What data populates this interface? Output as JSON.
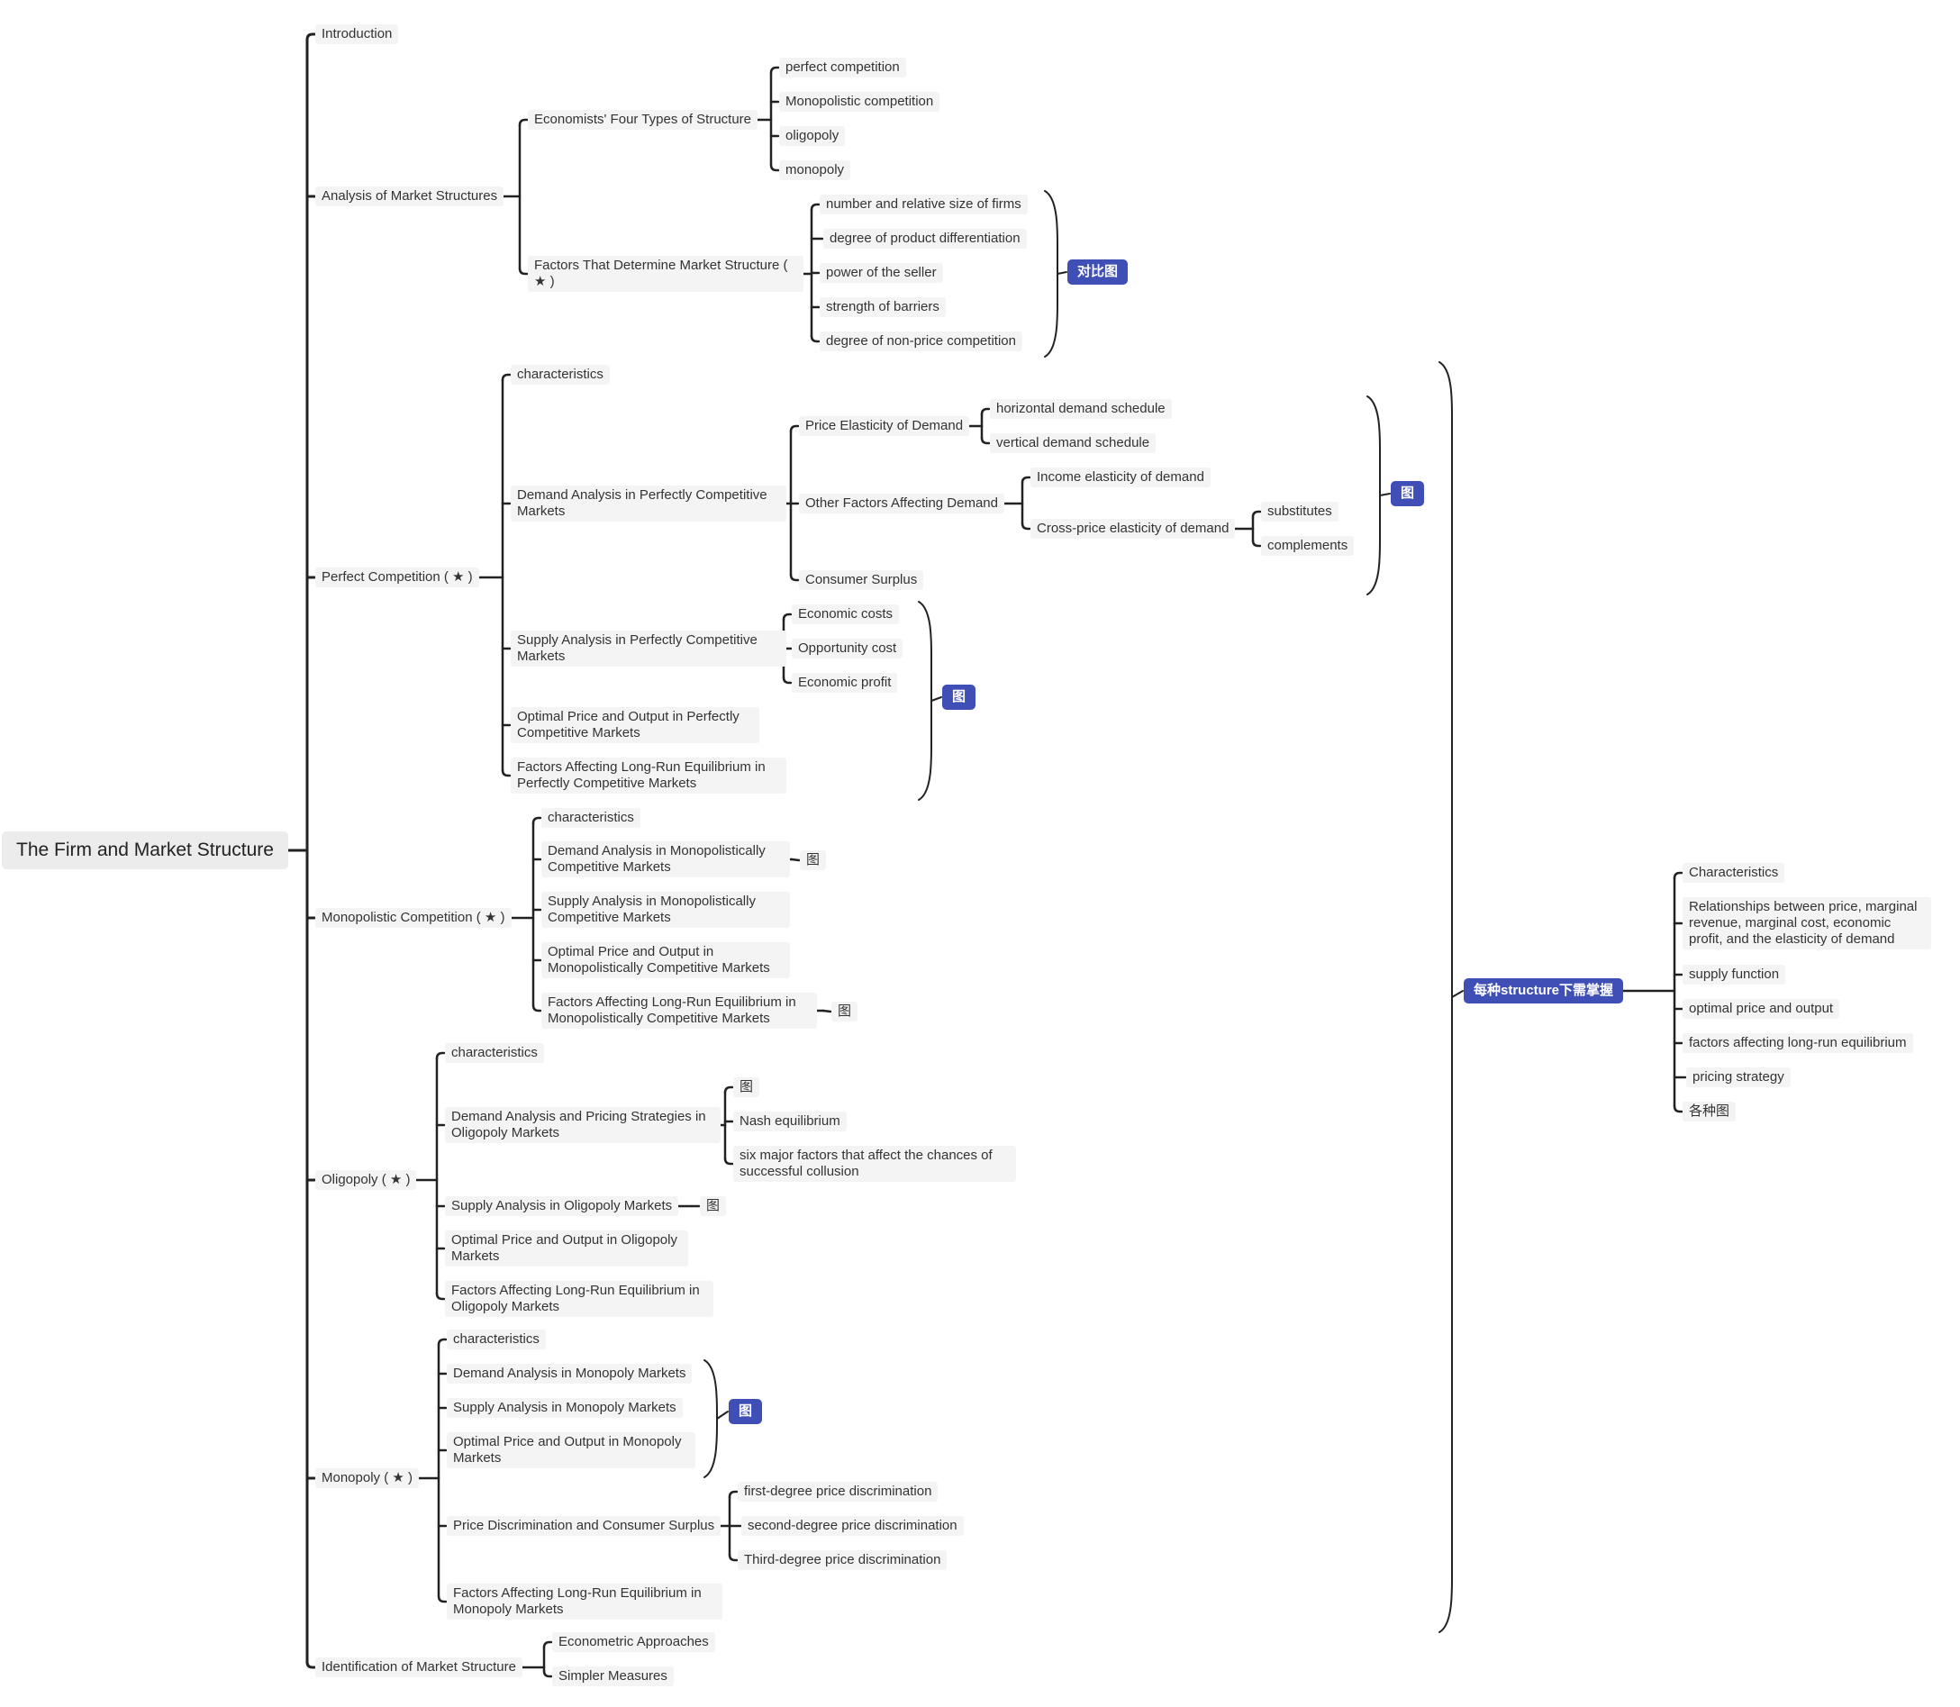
{
  "root": "The Firm and Market Structure",
  "nodes": {
    "introduction": "Introduction",
    "analysis": "Analysis of Market Structures",
    "four_types": "Economists' Four Types of Structure",
    "perfect_competition_item": "perfect competition",
    "monopolistic_competition_item": "Monopolistic competition",
    "oligopoly_item": "oligopoly",
    "monopoly_item": "monopoly",
    "factors_determine": "Factors That Determine Market Structure ( ★ )",
    "f_number": "number and relative size of firms",
    "f_differentiation": "degree of product differentiation",
    "f_power": "power of the seller",
    "f_barriers": "strength of barriers",
    "f_nonprice": "degree of non-price competition",
    "perfect": "Perfect Competition ( ★ )",
    "pc_characteristics": "characteristics",
    "pc_demand": "Demand Analysis in Perfectly Competitive Markets",
    "price_elasticity": "Price Elasticity of Demand",
    "horizontal": "horizontal demand schedule",
    "vertical": "vertical demand schedule",
    "other_factors": "Other Factors Affecting Demand",
    "income_elasticity": "Income elasticity of demand",
    "cross_price": "Cross-price elasticity of demand",
    "substitutes": "substitutes",
    "complements": "complements",
    "consumer_surplus": "Consumer Surplus",
    "pc_supply": "Supply Analysis in Perfectly Competitive Markets",
    "economic_costs": "Economic costs",
    "opportunity_cost": "Opportunity cost",
    "economic_profit": "Economic profit",
    "pc_optimal": "Optimal Price and Output in Perfectly Competitive Markets",
    "pc_longrun": "Factors Affecting Long-Run Equilibrium in Perfectly Competitive Markets",
    "monopolistic": "Monopolistic Competition ( ★ )",
    "mc_characteristics": "characteristics",
    "mc_demand": "Demand Analysis in Monopolistically Competitive Markets",
    "mc_demand_fig": "图",
    "mc_supply": "Supply Analysis in Monopolistically Competitive Markets",
    "mc_optimal": "Optimal Price and Output in Monopolistically Competitive Markets",
    "mc_longrun": "Factors Affecting Long-Run Equilibrium in Monopolistically Competitive Markets",
    "mc_longrun_fig": "图",
    "oligopoly": "Oligopoly ( ★ )",
    "ol_characteristics": "characteristics",
    "ol_demand": "Demand Analysis and Pricing Strategies in Oligopoly Markets",
    "ol_demand_fig": "图",
    "nash": "Nash equilibrium",
    "six_factors": "six major factors that affect the chances of successful collusion",
    "ol_supply": "Supply Analysis in Oligopoly Markets",
    "ol_supply_fig": "图",
    "ol_optimal": "Optimal Price and Output in Oligopoly Markets",
    "ol_longrun": "Factors Affecting Long-Run Equilibrium in Oligopoly Markets",
    "monopoly": "Monopoly ( ★ )",
    "mo_characteristics": "characteristics",
    "mo_demand": "Demand Analysis in Monopoly Markets",
    "mo_supply": "Supply Analysis in Monopoly Markets",
    "mo_optimal": "Optimal Price and Output in Monopoly Markets",
    "price_discrimination": "Price Discrimination and Consumer Surplus",
    "first_degree": "first-degree price discrimination",
    "second_degree": "second-degree price discrimination",
    "third_degree": "Third-degree price discrimination",
    "mo_longrun": "Factors Affecting Long-Run Equilibrium in Monopoly Markets",
    "identification": "Identification of Market Structure",
    "econometric": "Econometric Approaches",
    "simpler": "Simpler Measures"
  },
  "summaries": {
    "compare_fig": "对比图",
    "demand_fig": "图",
    "supply_fig": "图",
    "monopoly_fig": "图",
    "master": "每种structure下需掌握"
  },
  "master_items": {
    "characteristics": "Characteristics",
    "relationships": "Relationships between price, marginal revenue, marginal cost, economic profit, and the elasticity of demand",
    "supply_function": "supply function",
    "optimal": "optimal price and output",
    "longrun": "factors affecting long-run equilibrium",
    "pricing": "pricing strategy",
    "figures": "各种图"
  },
  "colors": {
    "line": "#222222",
    "node_bg": "#f4f4f4",
    "summary_bg": "#3f4fb5",
    "summary_text": "#ffffff"
  }
}
